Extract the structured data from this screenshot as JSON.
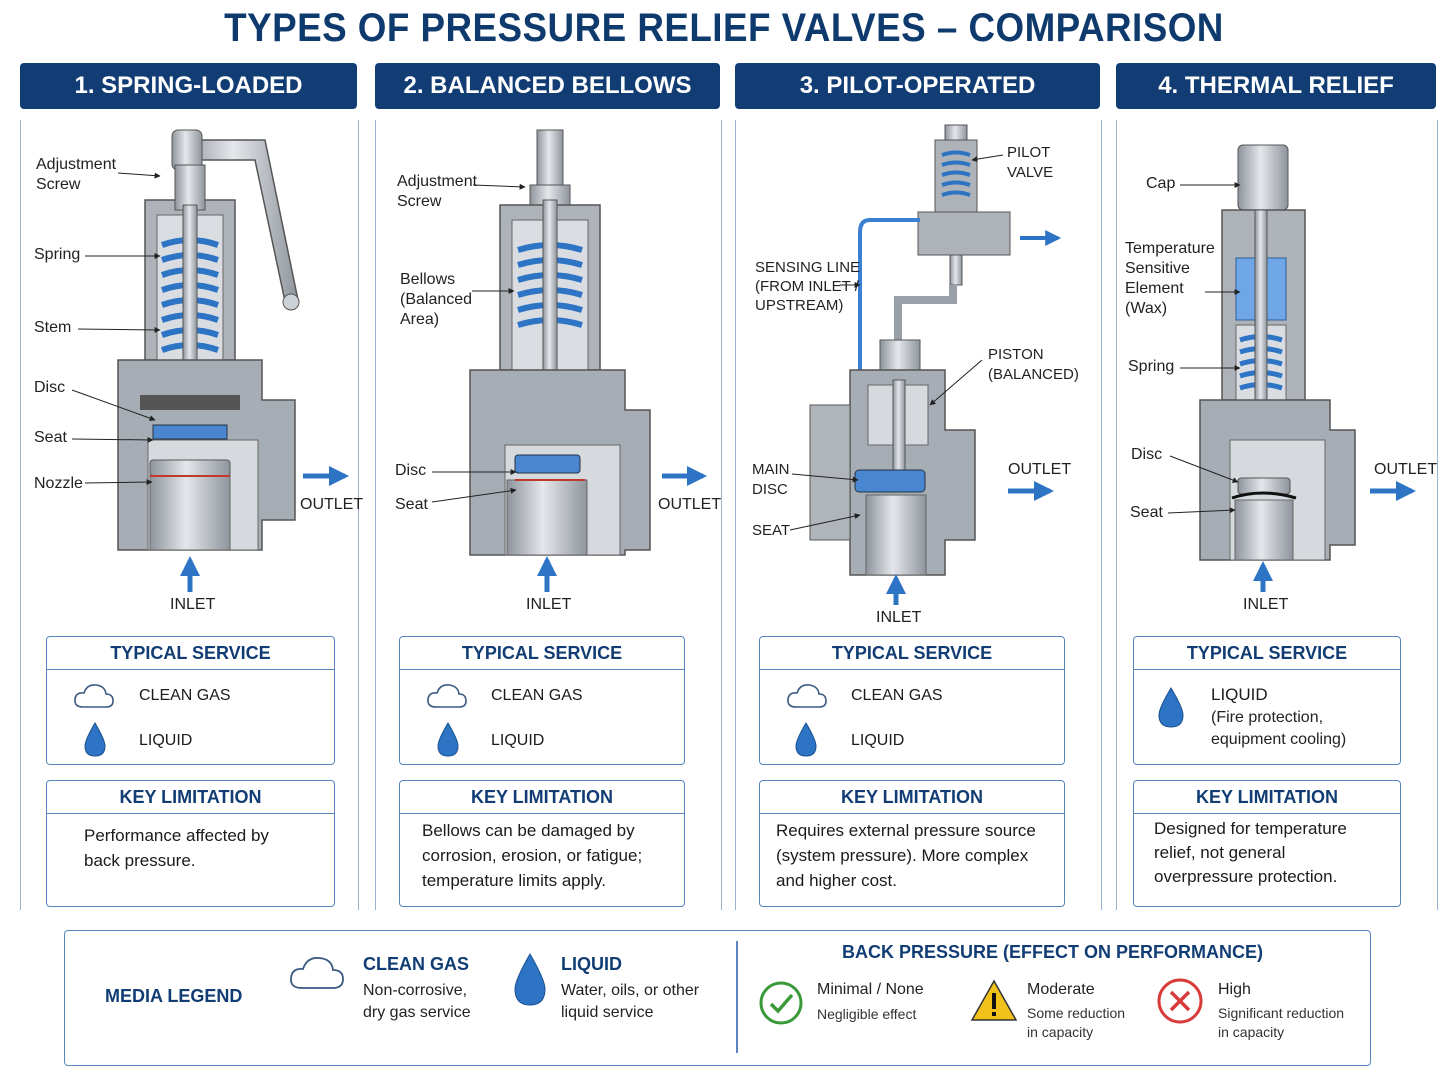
{
  "title": "TYPES OF PRESSURE RELIEF VALVES – COMPARISON",
  "common": {
    "outlet": "OUTLET",
    "inlet": "INLET",
    "typical_service": "TYPICAL SERVICE",
    "key_limitation": "KEY LIMITATION",
    "clean_gas": "CLEAN GAS",
    "liquid": "LIQUID"
  },
  "columns": [
    {
      "header": "1. SPRING-LOADED",
      "labels": [
        "Adjustment\n  Screw",
        "Spring",
        "Stem",
        "Disc",
        "Seat",
        "Nozzle"
      ],
      "limitation": "Performance affected by\nback pressure."
    },
    {
      "header": "2. BALANCED BELLOWS",
      "labels": [
        "Adjustment\nScrew",
        "Bellows\n(Balanced\nArea)",
        "Disc",
        "Seat"
      ],
      "limitation": "Bellows can be damaged by\ncorrosion, erosion, or fatigue;\ntemperature limits apply."
    },
    {
      "header": "3. PILOT-OPERATED",
      "labels": [
        "PILOT\nVALVE",
        "SENSING LINE\n(FROM INLET /\nUPSTREAM)",
        "PISTON\n(BALANCED)",
        "MAIN\nDISC",
        "SEAT"
      ],
      "limitation": "Requires external pressure source\n(system pressure). More complex\nand higher cost."
    },
    {
      "header": "4. THERMAL RELIEF",
      "labels": [
        "Cap",
        "Temperature\n Sensitive\n Element\n (Wax)",
        "Spring",
        "Disc",
        "Seat"
      ],
      "service_main": "LIQUID",
      "service_note": "(Fire protection,\nequipment cooling)",
      "limitation": "Designed for temperature\nrelief, not general\noverpressure protection."
    }
  ],
  "legend": {
    "media_title": "MEDIA LEGEND",
    "gas_title": "CLEAN GAS",
    "gas_desc": "Non-corrosive,\ndry gas service",
    "liquid_title": "LIQUID",
    "liquid_desc": "Water, oils, or other\nliquid service",
    "bp_title": "BACK PRESSURE (EFFECT ON PERFORMANCE)",
    "levels": [
      {
        "name": "Minimal / None",
        "desc": "Negligible effect",
        "color": "#3a9a3a"
      },
      {
        "name": "Moderate",
        "desc": "Some reduction\nin capacity",
        "color": "#f2c21b"
      },
      {
        "name": "High",
        "desc": "Significant reduction\nin capacity",
        "color": "#d93a3a"
      }
    ]
  },
  "colors": {
    "navy": "#123d74",
    "blue_accent": "#4a86d0",
    "metal": "#b9bec6"
  }
}
